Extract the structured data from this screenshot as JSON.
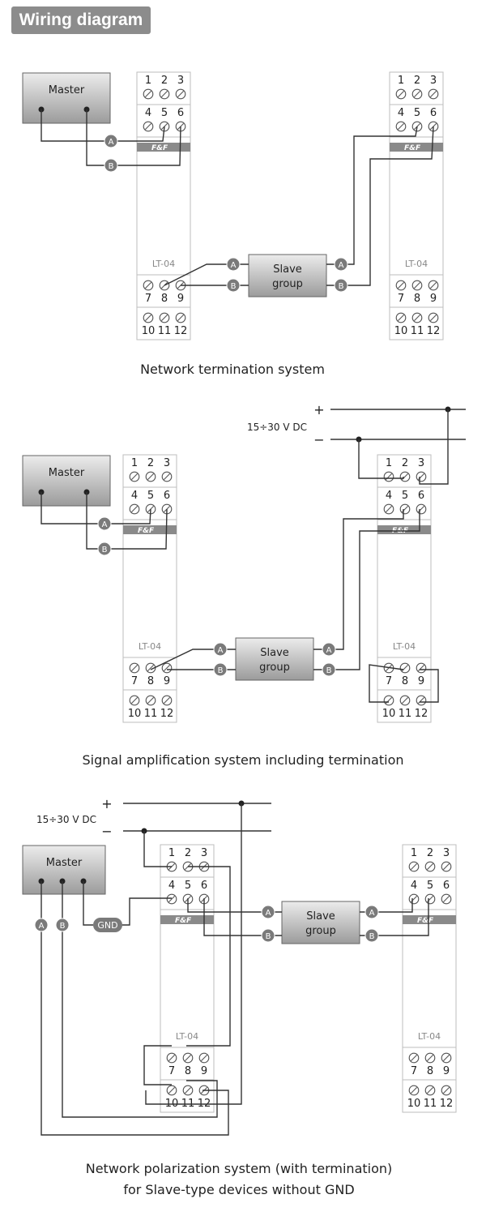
{
  "header": {
    "title": "Wiring diagram"
  },
  "labels": {
    "master": "Master",
    "slave_line1": "Slave",
    "slave_line2": "group",
    "model": "LT-04",
    "logo": "F&F",
    "gnd": "GND",
    "line_a": "A",
    "line_b": "B",
    "plus": "+",
    "minus": "−",
    "supply": "15÷30 V DC",
    "terminals_top": [
      "1",
      "2",
      "3"
    ],
    "terminals_upper": [
      "4",
      "5",
      "6"
    ],
    "terminals_lower": [
      "7",
      "8",
      "9"
    ],
    "terminals_bottom": [
      "10",
      "11",
      "12"
    ]
  },
  "captions": {
    "d1": "Network termination system",
    "d2": "Signal amplification system including termination",
    "d3_line1": "Network polarization system (with termination)",
    "d3_line2": "for Slave-type devices without GND"
  },
  "colors": {
    "badge_bg": "#8c8c8c",
    "module_border": "#bdbdbd",
    "logo_bar": "#8a8a8a",
    "wire": "#333333",
    "circle_fill": "#7a7a7a"
  }
}
